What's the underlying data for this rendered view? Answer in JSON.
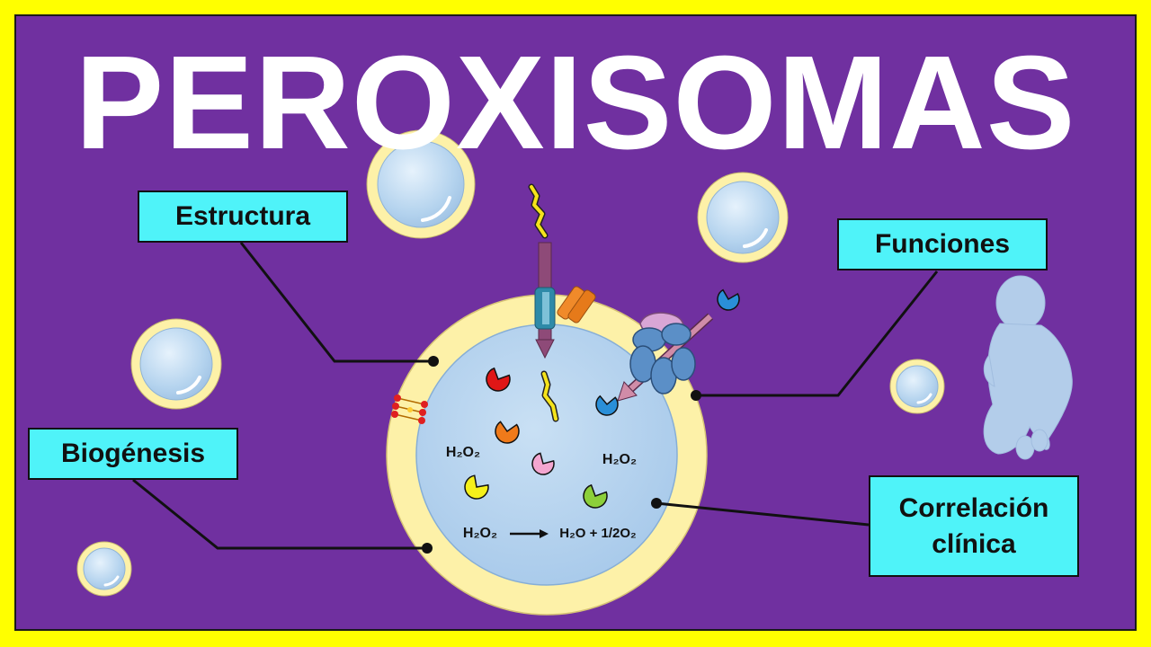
{
  "title": "PEROXISOMAS",
  "labels": {
    "estructura": "Estructura",
    "funciones": "Funciones",
    "biogenesis": "Biogénesis",
    "correlacion_line1": "Correlación",
    "correlacion_line2": "clínica"
  },
  "chemistry": {
    "h2o2_label": "H₂O₂",
    "reaction_left": "H₂O₂",
    "reaction_right": "H₂O + 1/2O₂"
  },
  "colors": {
    "background": "#7030a0",
    "border": "#ffff00",
    "label_fill": "#4ff3f9",
    "membrane": "#fdf1a8",
    "matrix": "#b9d7ef",
    "title": "#ffffff"
  }
}
